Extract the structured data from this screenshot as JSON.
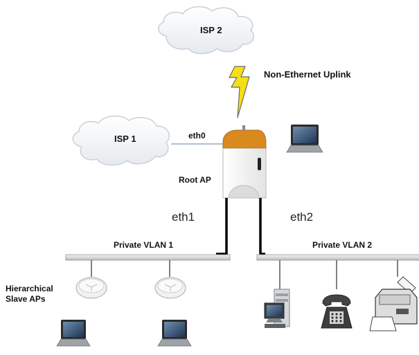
{
  "clouds": {
    "isp2": "ISP 2",
    "isp1": "ISP 1"
  },
  "uplink_label": "Non-Ethernet Uplink",
  "ports": {
    "eth0": "eth0",
    "eth1": "eth1",
    "eth2": "eth2"
  },
  "root_ap_label": "Root AP",
  "vlans": {
    "vlan1": "Private VLAN 1",
    "vlan2": "Private VLAN 2"
  },
  "slave_aps_label": "Hierarchical\nSlave APs",
  "colors": {
    "cloud_fill": "#f2f4f6",
    "cloud_stroke": "#c9d2da",
    "bolt": "#f6e21a",
    "ap_accent": "#d98a1e",
    "bus": "#bfc3c6"
  },
  "icons": [
    "cloud-icon",
    "lightning-icon",
    "access-point-icon",
    "laptop-icon",
    "desktop-computer-icon",
    "telephone-icon",
    "printer-icon"
  ]
}
